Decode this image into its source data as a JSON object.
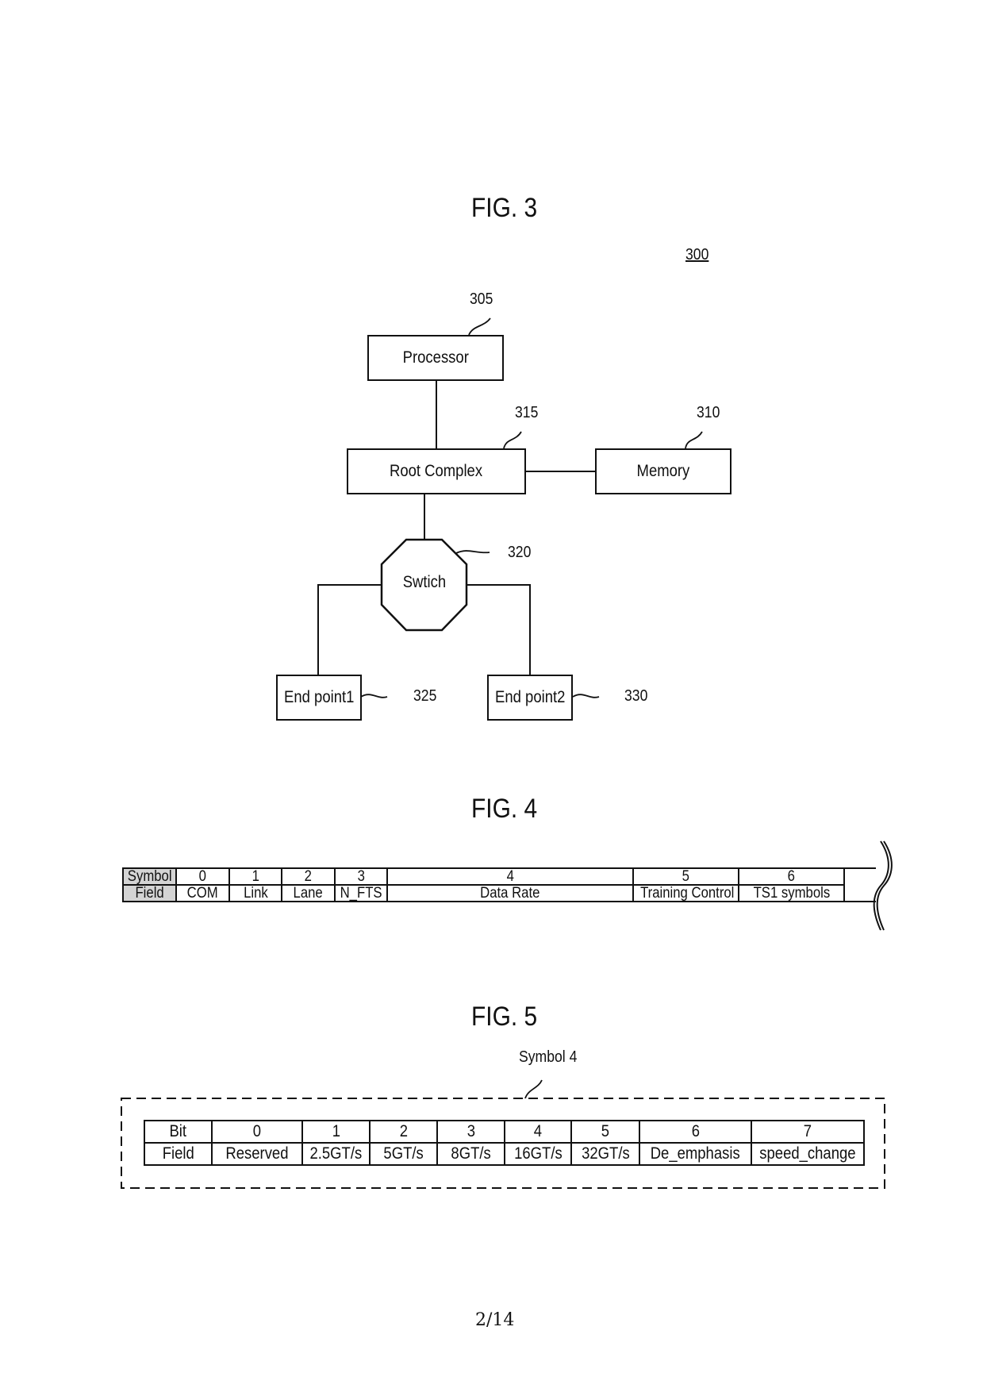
{
  "page": {
    "number": "2/14"
  },
  "fig3": {
    "title": "FIG. 3",
    "figure_ref": "300",
    "nodes": {
      "processor": {
        "label": "Processor",
        "ref": "305"
      },
      "memory": {
        "label": "Memory",
        "ref": "310"
      },
      "root_complex": {
        "label": "Root Complex",
        "ref": "315"
      },
      "switch": {
        "label": "Swtich",
        "ref": "320"
      },
      "endpoint1": {
        "label": "End point1",
        "ref": "325"
      },
      "endpoint2": {
        "label": "End point2",
        "ref": "330"
      }
    },
    "edges": [
      [
        "processor",
        "root_complex"
      ],
      [
        "root_complex",
        "memory"
      ],
      [
        "root_complex",
        "switch"
      ],
      [
        "switch",
        "endpoint1"
      ],
      [
        "switch",
        "endpoint2"
      ]
    ]
  },
  "fig4": {
    "title": "FIG. 4",
    "row_headers": [
      "Symbol",
      "Field"
    ],
    "columns": [
      {
        "symbol": "0",
        "field": "COM"
      },
      {
        "symbol": "1",
        "field": "Link"
      },
      {
        "symbol": "2",
        "field": "Lane"
      },
      {
        "symbol": "3",
        "field": "N_FTS"
      },
      {
        "symbol": "4",
        "field": "Data Rate"
      },
      {
        "symbol": "5",
        "field": "Training Control"
      },
      {
        "symbol": "6",
        "field": "TS1 symbols"
      },
      {
        "symbol": "",
        "field": ""
      }
    ]
  },
  "fig5": {
    "title": "FIG. 5",
    "callout": "Symbol 4",
    "row_headers": [
      "Bit",
      "Field"
    ],
    "columns": [
      {
        "bit": "0",
        "field": "Reserved"
      },
      {
        "bit": "1",
        "field": "2.5GT/s"
      },
      {
        "bit": "2",
        "field": "5GT/s"
      },
      {
        "bit": "3",
        "field": "8GT/s"
      },
      {
        "bit": "4",
        "field": "16GT/s"
      },
      {
        "bit": "5",
        "field": "32GT/s"
      },
      {
        "bit": "6",
        "field": "De_emphasis"
      },
      {
        "bit": "7",
        "field": "speed_change"
      }
    ]
  }
}
